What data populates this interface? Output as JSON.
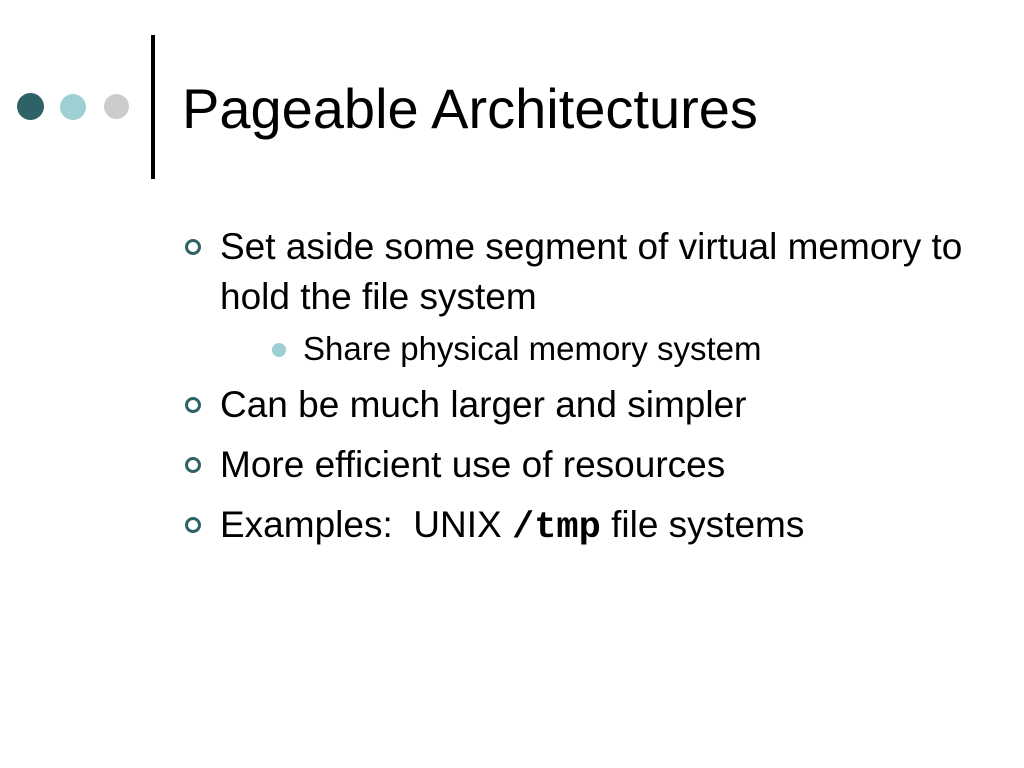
{
  "colors": {
    "dot_dark": "#2e6266",
    "dot_teal": "#9ecfd2",
    "dot_gray": "#cccccc",
    "bullet_ring": "#2e6266",
    "sub_bullet": "#9ecfd2"
  },
  "icons": {
    "decor_dots": "circle-dots-icon",
    "bullet": "ring-bullet-icon",
    "sub_bullet": "dot-bullet-icon"
  },
  "title": "Pageable Architectures",
  "bullets": [
    {
      "text": "Set aside some segment of virtual memory to hold the file system",
      "sub": [
        "Share physical memory system"
      ]
    },
    {
      "text": "Can be much larger and simpler"
    },
    {
      "text": "More efficient use of resources"
    },
    {
      "text_before": "Examples:  UNIX ",
      "code": "/tmp",
      "text_after": " file systems"
    }
  ]
}
